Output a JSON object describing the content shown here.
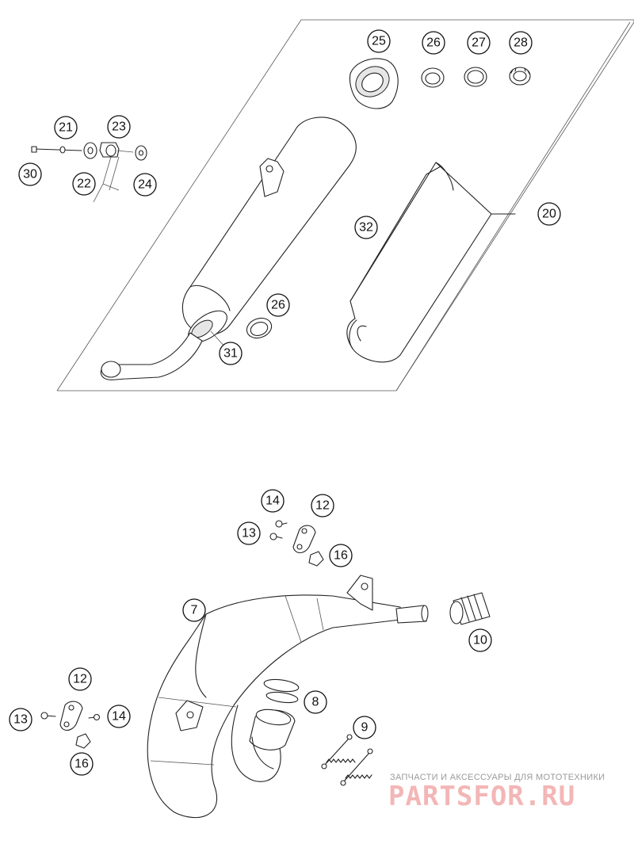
{
  "callouts": {
    "c25": "25",
    "c26a": "26",
    "c27": "27",
    "c28": "28",
    "c21": "21",
    "c23": "23",
    "c30": "30",
    "c22": "22",
    "c24": "24",
    "c20": "20",
    "c32": "32",
    "c26b": "26",
    "c31": "31",
    "c14a": "14",
    "c12a": "12",
    "c13a": "13",
    "c16a": "16",
    "c7": "7",
    "c10": "10",
    "c8": "8",
    "c12b": "12",
    "c13b": "13",
    "c14b": "14",
    "c16b": "16",
    "c9": "9"
  },
  "watermark": {
    "subtitle": "ЗАПЧАСТИ И АКСЕССУАРЫ ДЛЯ МОТОТЕХНИКИ",
    "logo": "PARTSFOR.RU"
  }
}
